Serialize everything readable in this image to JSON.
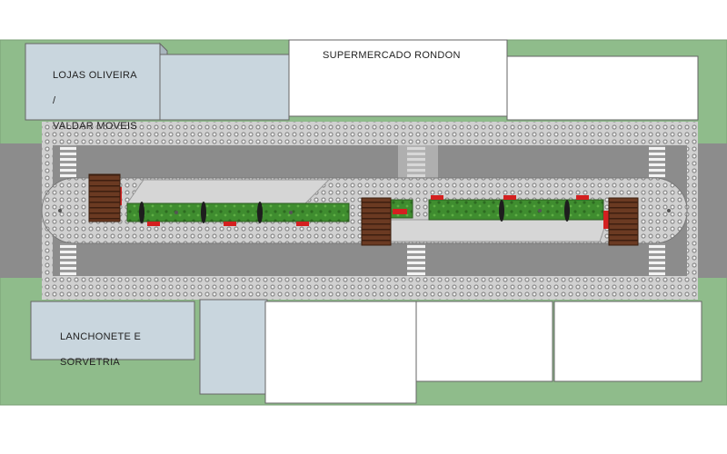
{
  "buildings": {
    "lojas_oliveira": {
      "line1": "LOJAS OLIVEIRA",
      "line2": "/",
      "line3": "VALDAR MOVEIS"
    },
    "supermercado": {
      "label": "SUPERMERCADO RONDON"
    },
    "lanchonete": {
      "line1": "LANCHONETE E",
      "line2": "SORVETRIA"
    }
  },
  "colors": {
    "grass": "#8fbc8b",
    "road": "#8c8c8c",
    "cobblestone": "#cfcfcf",
    "paving": "#d6d6d6",
    "planter": "#3d8a2e",
    "pergola": "#6b3a22",
    "bench": "#d42020",
    "light_blue_building": "#c9d6de",
    "white_building": "#ffffff"
  }
}
